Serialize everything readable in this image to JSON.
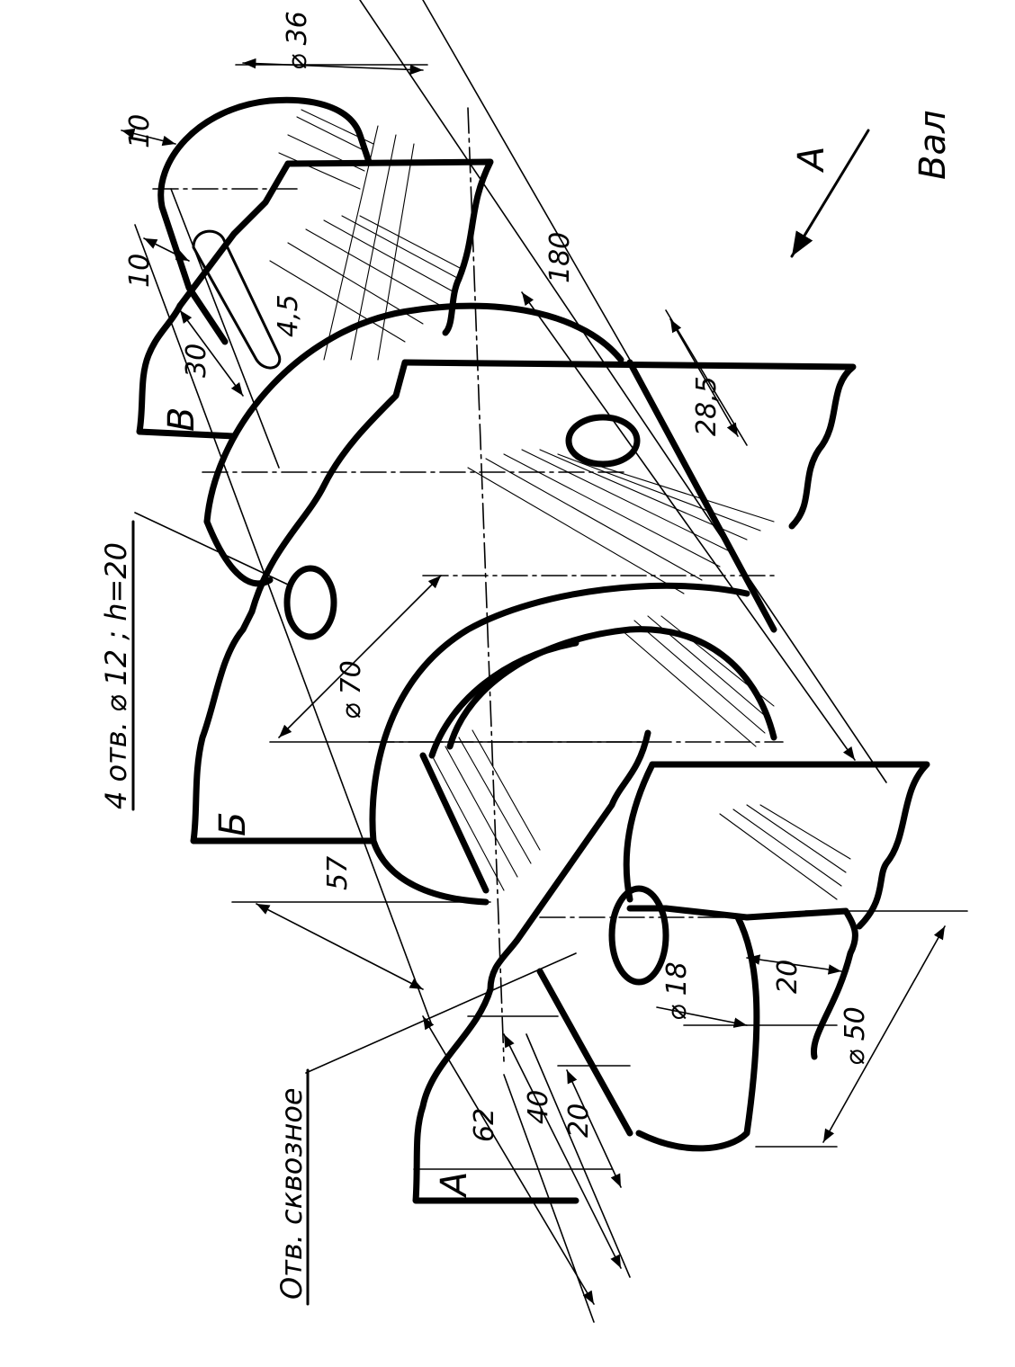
{
  "title": "Вал",
  "view_arrow_label": "А",
  "section_labels": {
    "a": "А",
    "b": "Б",
    "v": "В"
  },
  "notes": {
    "holes": "4 отв. ⌀ 12 ; h=20",
    "through_hole": "Отв. сквозное"
  },
  "dimensions": {
    "d36": "⌀ 36",
    "d70": "⌀ 70",
    "d50": "⌀ 50",
    "d18": "⌀ 18",
    "len180": "180",
    "len57": "57",
    "len62": "62",
    "len40": "40",
    "len20a": "20",
    "len20b": "20",
    "len30": "30",
    "len10a": "10",
    "len10b": "10",
    "depth4_5": "4,5",
    "len28_5": "28,5"
  }
}
